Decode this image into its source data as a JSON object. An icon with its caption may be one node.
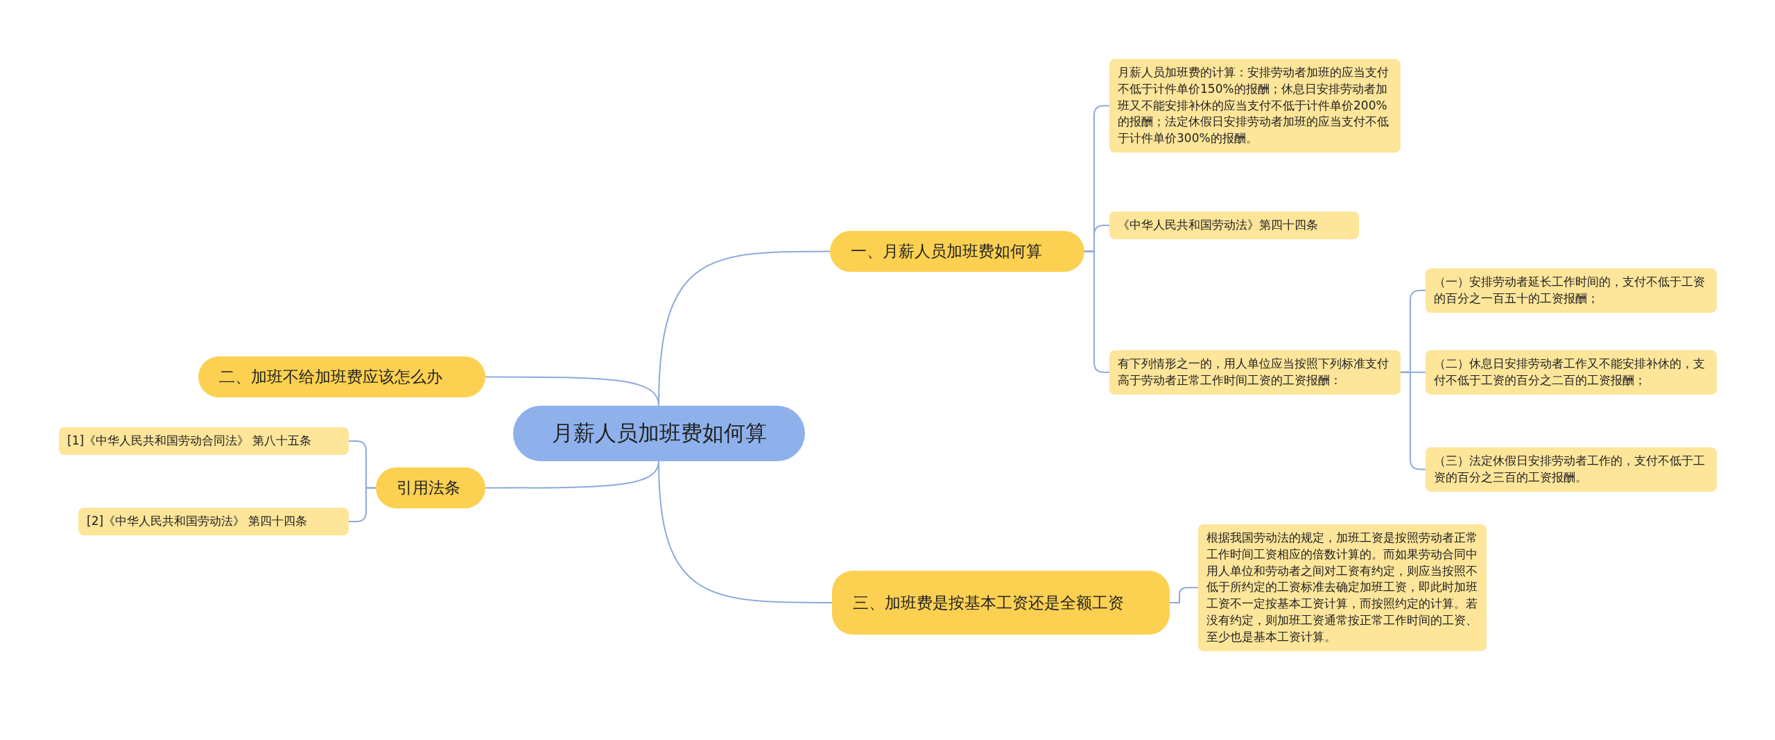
{
  "diagram": {
    "nodes": [
      {
        "text": [
          "月薪人员加班费如何算"
        ]
      },
      {
        "text": [
          "一、月薪人员加班费如何算"
        ]
      },
      {
        "text": [
          "月薪人员加班费的计算：安排劳动者加班的应当支付不低于计件单价150%的报酬；休息日安排劳动者加班又不能安排补休的应当支付不低于计件单价200%的报酬；法定休假日安排劳动者加班的应当支付不低于计件单价300%的报酬。"
        ]
      },
      {
        "text": [
          "《中华人民共和国劳动法》第四十四条"
        ]
      },
      {
        "text": [
          "有下列情形之一的，用人单位应当按照下列标准支付高于劳动者正常工作时间工资的工资报酬："
        ]
      },
      {
        "text": [
          "（一）安排劳动者延长工作时间的，支付不低于工资的百分之一百五十的工资报酬；"
        ]
      },
      {
        "text": [
          "（二）休息日安排劳动者工作又不能安排补休的，支付不低于工资的百分之二百的工资报酬；"
        ]
      },
      {
        "text": [
          "（三）法定休假日安排劳动者工作的，支付不低于工资的百分之三百的工资报酬。"
        ]
      },
      {
        "text": [
          "二、加班不给加班费应该怎么办"
        ]
      },
      {
        "text": [
          "引用法条"
        ]
      },
      {
        "text": [
          "[1]《中华人民共和国劳动合同法》 第八十五条"
        ]
      },
      {
        "text": [
          "[2]《中华人民共和国劳动法》 第四十四条"
        ]
      },
      {
        "text": [
          "三、加班费是按基本工资还是全额工资"
        ]
      },
      {
        "text": [
          "根据我国劳动法的规定，加班工资是按照劳动者正常工作时间工资相应的倍数计算的。而如果劳动合同中用人单位和劳动者之间对工资有约定，则应当按照不低于所约定的工资标准去确定加班工资，即此时加班工资不一定按基本工资计算，而按照约定的计算。若没有约定，则加班工资通常按正常工作时间的工资、至少也是基本工资计算。"
        ]
      }
    ],
    "edges": [
      {
        "from": 0,
        "to": 1,
        "arrow": "none"
      },
      {
        "from": 1,
        "to": 2,
        "arrow": "none"
      },
      {
        "from": 1,
        "to": 3,
        "arrow": "none"
      },
      {
        "from": 1,
        "to": 4,
        "arrow": "none"
      },
      {
        "from": 4,
        "to": 5,
        "arrow": "none"
      },
      {
        "from": 4,
        "to": 6,
        "arrow": "none"
      },
      {
        "from": 4,
        "to": 7,
        "arrow": "none"
      },
      {
        "from": 0,
        "to": 8,
        "arrow": "none"
      },
      {
        "from": 0,
        "to": 9,
        "arrow": "none"
      },
      {
        "from": 9,
        "to": 10,
        "arrow": "none"
      },
      {
        "from": 9,
        "to": 11,
        "arrow": "none"
      },
      {
        "from": 0,
        "to": 12,
        "arrow": "none"
      },
      {
        "from": 12,
        "to": 13,
        "arrow": "none"
      }
    ]
  }
}
